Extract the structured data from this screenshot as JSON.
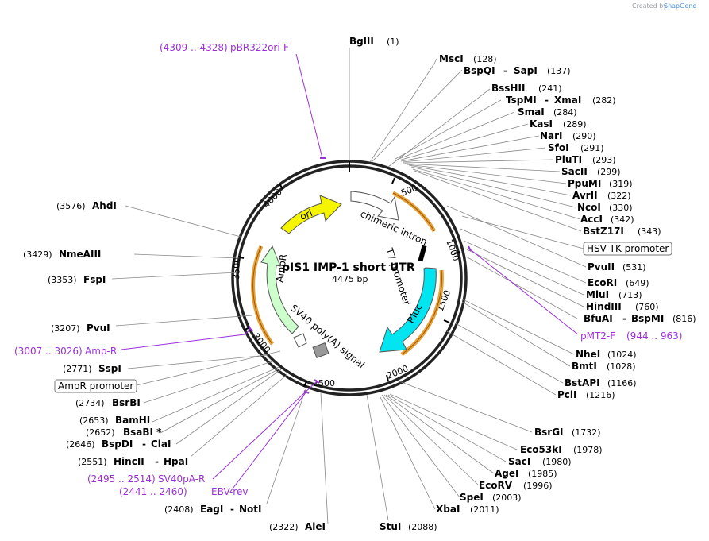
{
  "credit": {
    "created_by": "Created by",
    "brand": "SnapGene"
  },
  "plasmid": {
    "name": "pIS1 IMP-1 short UTR",
    "size": "4475 bp"
  },
  "enzymes": [
    {
      "name": "BglII",
      "pos": "(1)"
    },
    {
      "name": "MscI",
      "pos": "(128)"
    },
    {
      "name": "BspQI",
      "name2": "SapI",
      "pos": "(137)"
    },
    {
      "name": "BssHII",
      "pos": "(241)"
    },
    {
      "name": "TspMI",
      "name2": "XmaI",
      "pos": "(282)"
    },
    {
      "name": "SmaI",
      "pos": "(284)"
    },
    {
      "name": "KasI",
      "pos": "(289)"
    },
    {
      "name": "NarI",
      "pos": "(290)"
    },
    {
      "name": "SfoI",
      "pos": "(291)"
    },
    {
      "name": "PluTI",
      "pos": "(293)"
    },
    {
      "name": "SacII",
      "pos": "(299)"
    },
    {
      "name": "PpuMI",
      "pos": "(319)"
    },
    {
      "name": "AvrII",
      "pos": "(322)"
    },
    {
      "name": "NcoI",
      "pos": "(330)"
    },
    {
      "name": "AccI",
      "pos": "(342)"
    },
    {
      "name": "BstZ17I",
      "pos": "(343)"
    },
    {
      "name": "PvuII",
      "pos": "(531)"
    },
    {
      "name": "EcoRI",
      "pos": "(649)"
    },
    {
      "name": "MluI",
      "pos": "(713)"
    },
    {
      "name": "HindIII",
      "pos": "(760)"
    },
    {
      "name": "BfuAI",
      "name2": "BspMI",
      "pos": "(816)"
    },
    {
      "name": "NheI",
      "pos": "(1024)"
    },
    {
      "name": "BmtI",
      "pos": "(1028)"
    },
    {
      "name": "BstAPI",
      "pos": "(1166)"
    },
    {
      "name": "PciI",
      "pos": "(1216)"
    },
    {
      "name": "BsrGI",
      "pos": "(1732)"
    },
    {
      "name": "Eco53kI",
      "pos": "(1978)"
    },
    {
      "name": "SacI",
      "pos": "(1980)"
    },
    {
      "name": "AgeI",
      "pos": "(1985)"
    },
    {
      "name": "EcoRV",
      "pos": "(1996)"
    },
    {
      "name": "SpeI",
      "pos": "(2003)"
    },
    {
      "name": "XbaI",
      "pos": "(2011)"
    },
    {
      "name": "StuI",
      "pos": "(2088)"
    },
    {
      "name": "AleI",
      "pos": "(2322)"
    },
    {
      "name": "EagI",
      "name2": "NotI",
      "pos": "(2408)"
    },
    {
      "name": "HincII",
      "name2": "HpaI",
      "pos": "(2551)"
    },
    {
      "name": "BspDI",
      "name2": "ClaI",
      "pos": "(2646)"
    },
    {
      "name": "BsaBI *",
      "pos": "(2652)"
    },
    {
      "name": "BamHI",
      "pos": "(2653)"
    },
    {
      "name": "BsrBI",
      "pos": "(2734)"
    },
    {
      "name": "SspI",
      "pos": "(2771)"
    },
    {
      "name": "PvuI",
      "pos": "(3207)"
    },
    {
      "name": "FspI",
      "pos": "(3353)"
    },
    {
      "name": "NmeAIII",
      "pos": "(3429)"
    },
    {
      "name": "AhdI",
      "pos": "(3576)"
    }
  ],
  "primers": [
    {
      "name": "pBR322ori-F",
      "range": "(4309 .. 4328)"
    },
    {
      "name": "pMT2-F",
      "range": "(944 .. 963)"
    },
    {
      "name": "Amp-R",
      "range": "(3007 .. 3026)"
    },
    {
      "name": "SV40pA-R",
      "range": "(2495 .. 2514)"
    },
    {
      "name": "EBV-rev",
      "range": "(2441 .. 2460)"
    }
  ],
  "boxed_features": [
    {
      "label": "HSV TK promoter"
    },
    {
      "label": "AmpR promoter"
    }
  ],
  "features": {
    "ori": "ori",
    "chimeric_intron": "chimeric intron",
    "t7_promoter": "T7 promoter",
    "rluc": "Rluc",
    "ampr": "AmpR",
    "sv40_polya": "SV40 poly(A) signal"
  },
  "ticks": [
    "500",
    "1000",
    "1500",
    "2000",
    "2500",
    "3000",
    "3500",
    "4000"
  ],
  "colors": {
    "ori": "#f5f500",
    "rluc": "#00e5f0",
    "ampr": "#ccffcc",
    "primer": "#9b30d9",
    "orange_arc": "#e8a13a",
    "grey_feature": "#999999"
  }
}
